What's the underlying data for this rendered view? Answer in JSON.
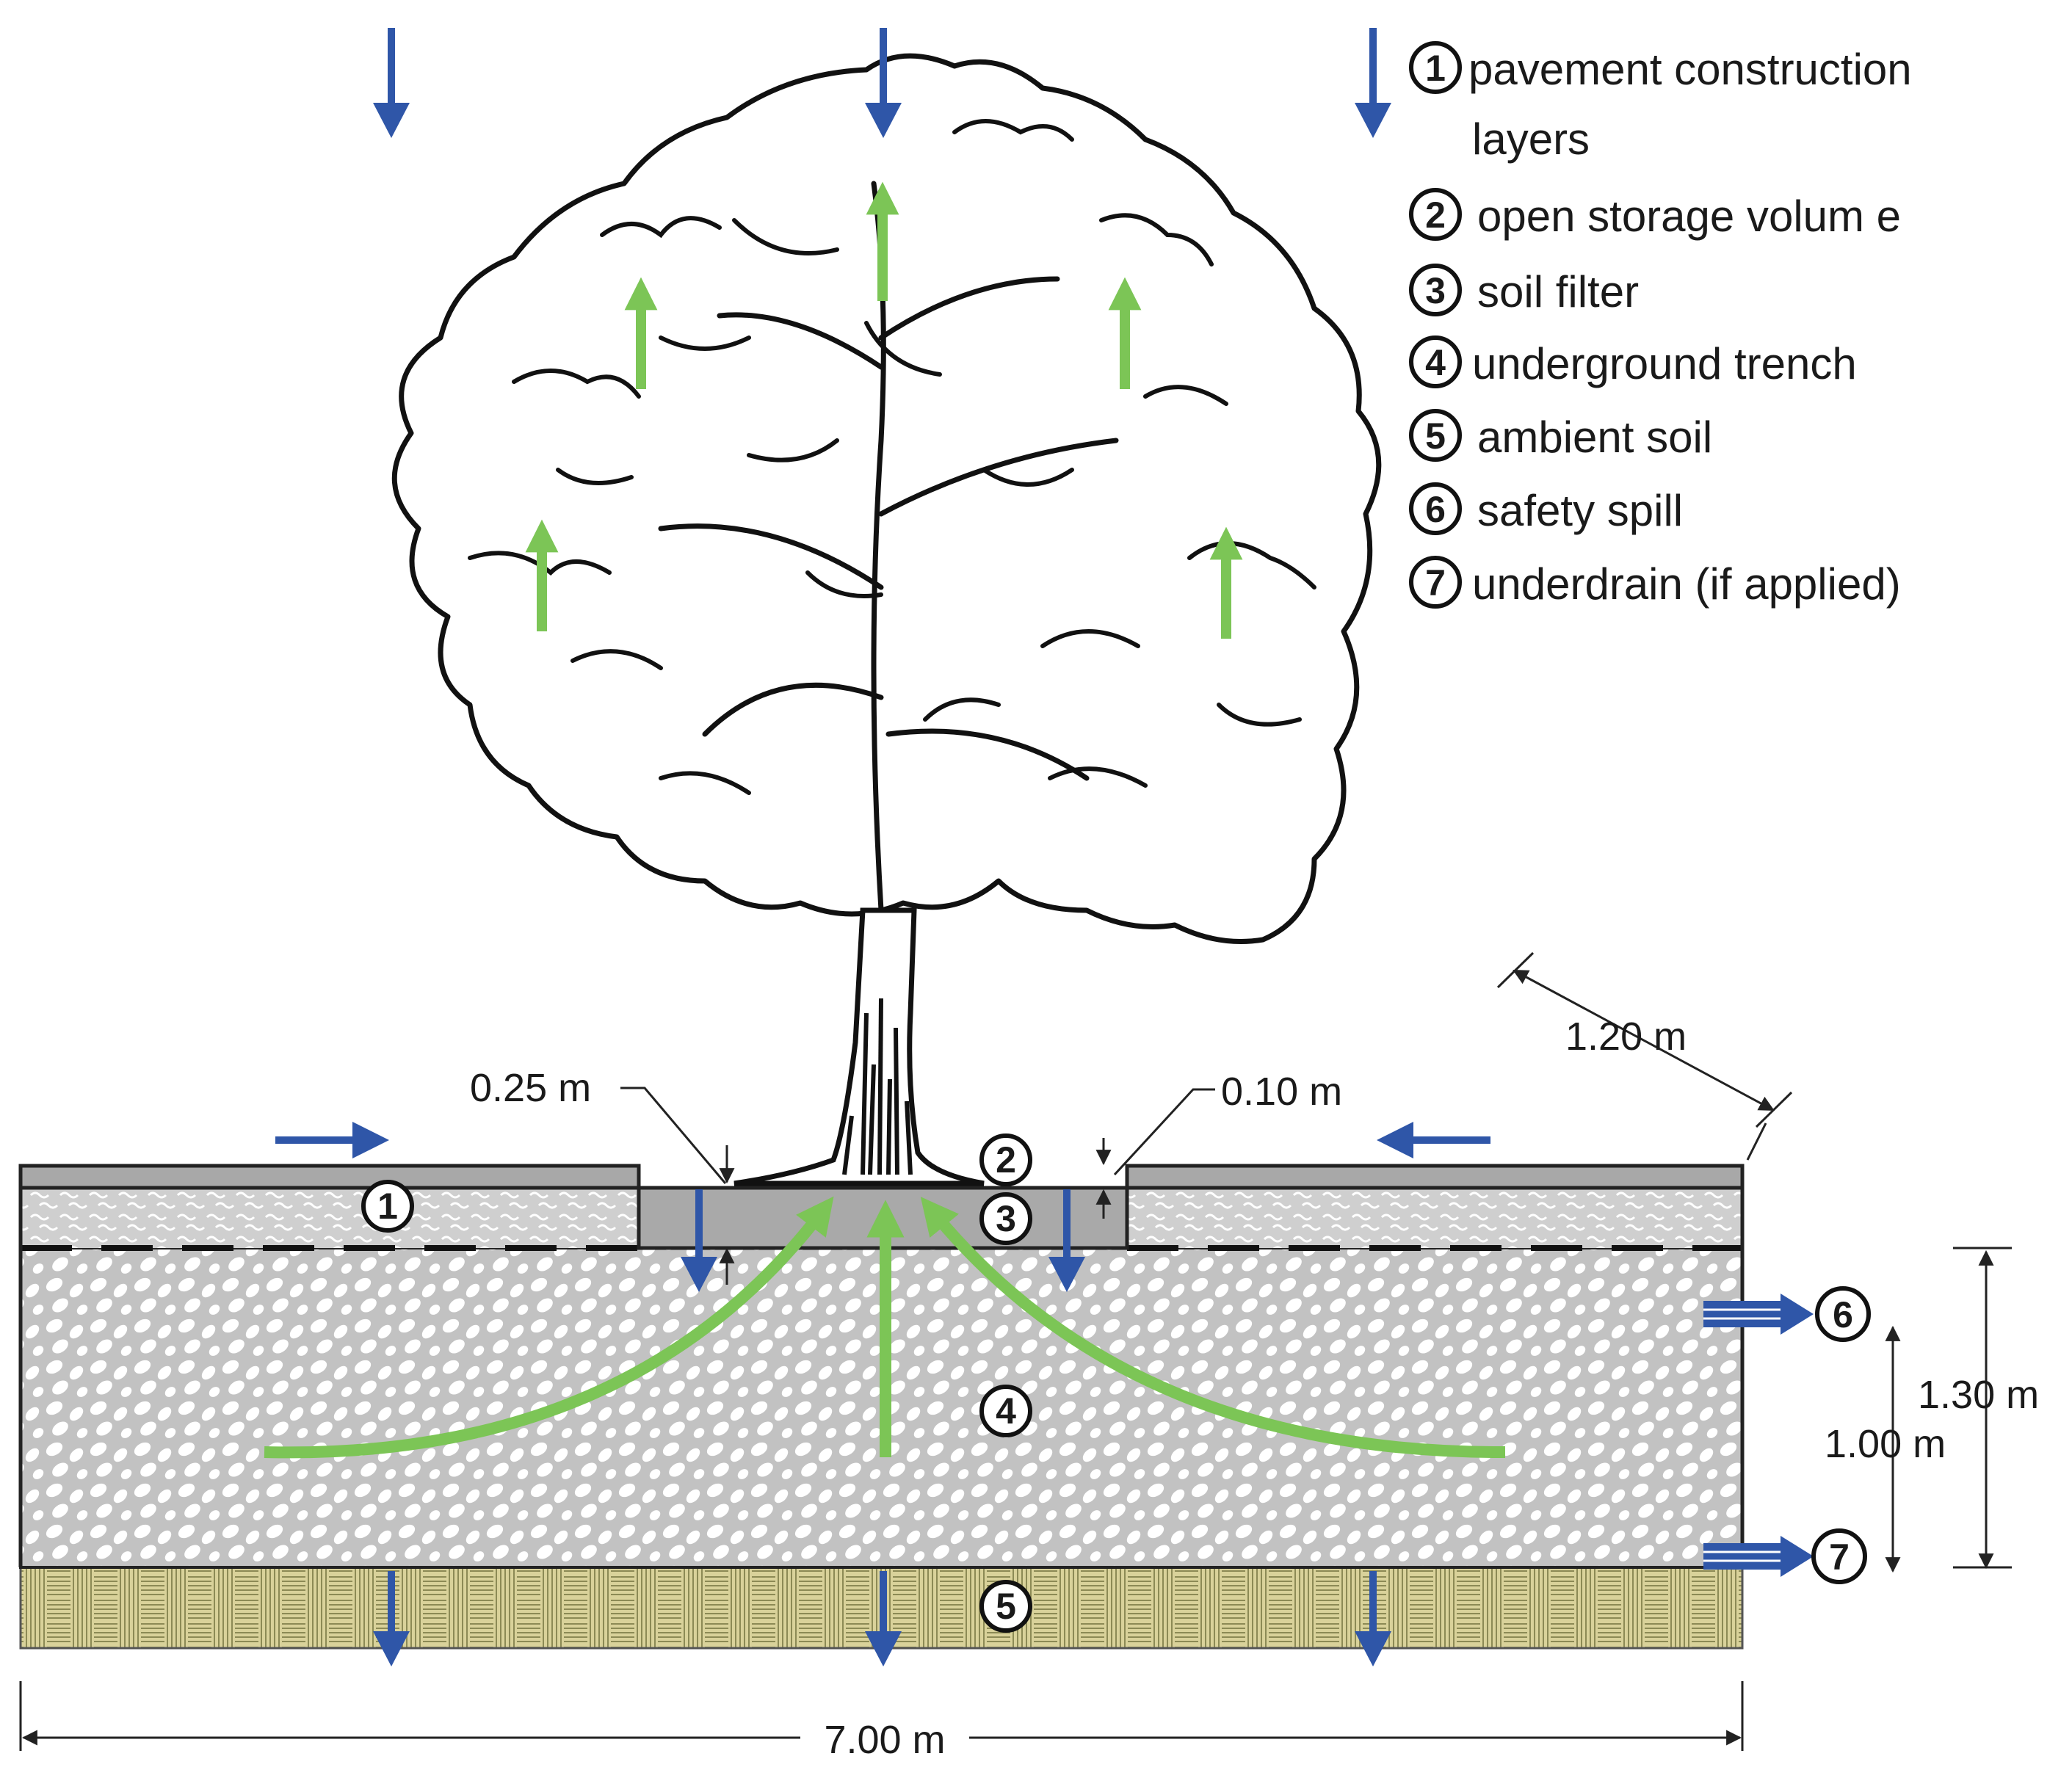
{
  "legend": {
    "items": [
      {
        "num": "1",
        "line1": "pavement construction",
        "line2": "layers"
      },
      {
        "num": "2",
        "line1": "open storage volum e"
      },
      {
        "num": "3",
        "line1": "soil filter"
      },
      {
        "num": "4",
        "line1": "underground trench"
      },
      {
        "num": "5",
        "line1": "ambient soil"
      },
      {
        "num": "6",
        "line1": "safety spill"
      },
      {
        "num": "7",
        "line1": "underdrain (if applied)"
      }
    ]
  },
  "dimensions": {
    "width_total": "7.00 m",
    "depth_trench": "1.30 m",
    "depth_underdrain": "1.00 m",
    "soil_filter_depth": "0.25 m",
    "storage_depth": "0.10 m",
    "pit_width": "1.20 m"
  },
  "markers": {
    "pavement": "1",
    "storage": "2",
    "filter": "3",
    "trench": "4",
    "soil": "5",
    "spill": "6",
    "underdrain": "7"
  },
  "colors": {
    "water_flow": "#2f56a8",
    "root_flow": "#7cc556",
    "pavement": "#a8a8a8",
    "trench": "#c4c4c4",
    "soil": "#d8d196"
  }
}
